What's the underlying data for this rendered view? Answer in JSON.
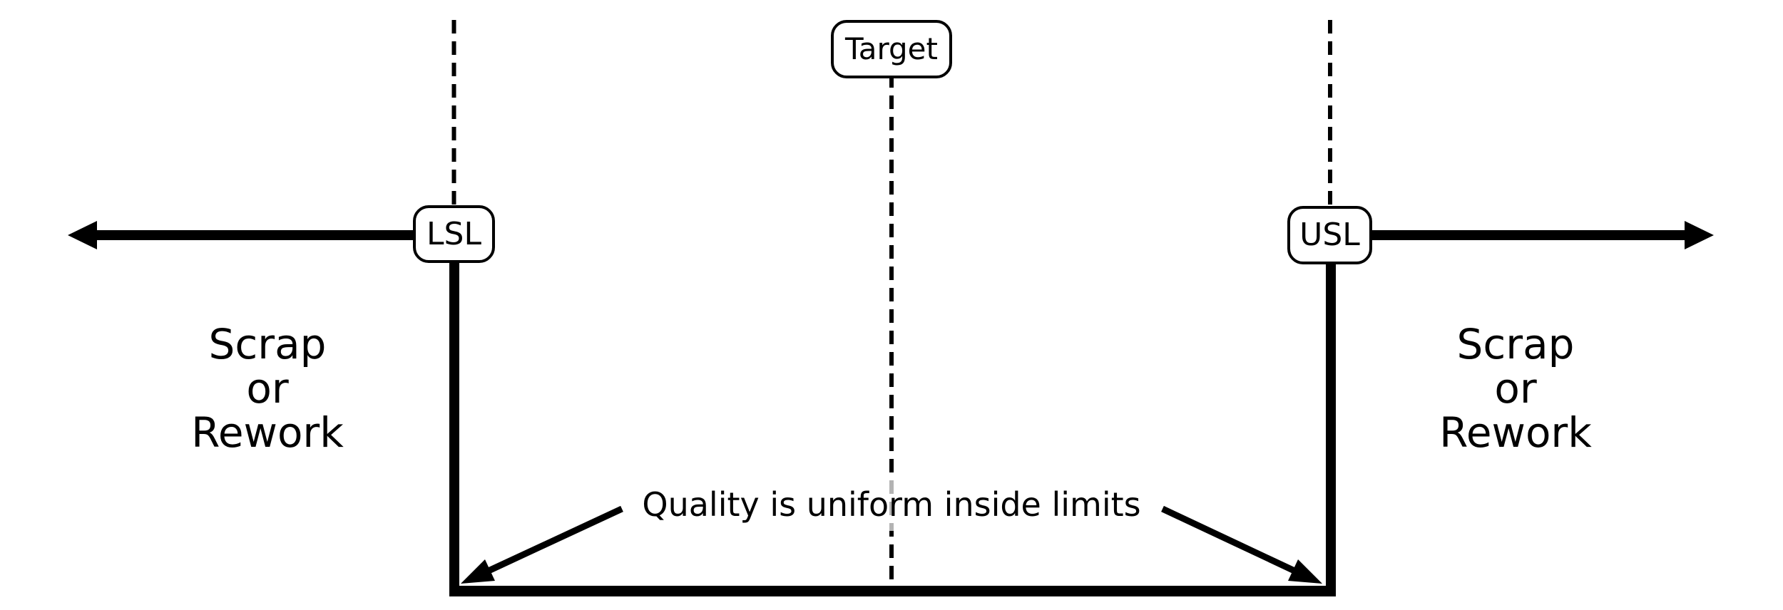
{
  "scene": {
    "description": "Specification limits (goal-post) quality diagram",
    "background_color": "#ffffff",
    "ink_color": "#000000"
  },
  "labels": {
    "target": "Target",
    "lower_spec_limit": "LSL",
    "upper_spec_limit": "USL",
    "inside_note": "Quality is uniform inside limits"
  },
  "left_region": {
    "lines": [
      "Scrap",
      "or",
      "Rework"
    ]
  },
  "right_region": {
    "lines": [
      "Scrap",
      "or",
      "Rework"
    ]
  }
}
